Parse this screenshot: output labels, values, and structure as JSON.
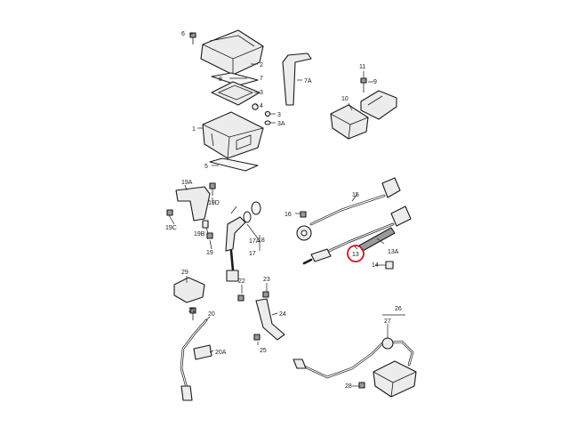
{
  "callouts": {
    "c1": "1",
    "c2": "2",
    "c3": "3",
    "c3b": "3",
    "c3a": "3A",
    "c4": "4",
    "c5": "5",
    "c6": "6",
    "c7": "7",
    "c7a": "7A",
    "c8": "8",
    "c9": "9",
    "c10": "10",
    "c11": "11",
    "c13": "13",
    "c13a": "13A",
    "c14": "14",
    "c15": "15",
    "c16": "16",
    "c17": "17",
    "c17a": "17A",
    "c18": "18",
    "c19": "19",
    "c19a": "19A",
    "c19b": "19B",
    "c19c": "19C",
    "c19d": "19D",
    "c20": "20",
    "c20a": "20A",
    "c21": "21",
    "c22": "22",
    "c23": "23",
    "c24": "24",
    "c25": "25",
    "c26": "26",
    "c27": "27",
    "c28": "28",
    "c29": "29"
  },
  "highlighted_callout": "13",
  "highlight_color": "#d3121f",
  "line_color": "#1a1a1a"
}
